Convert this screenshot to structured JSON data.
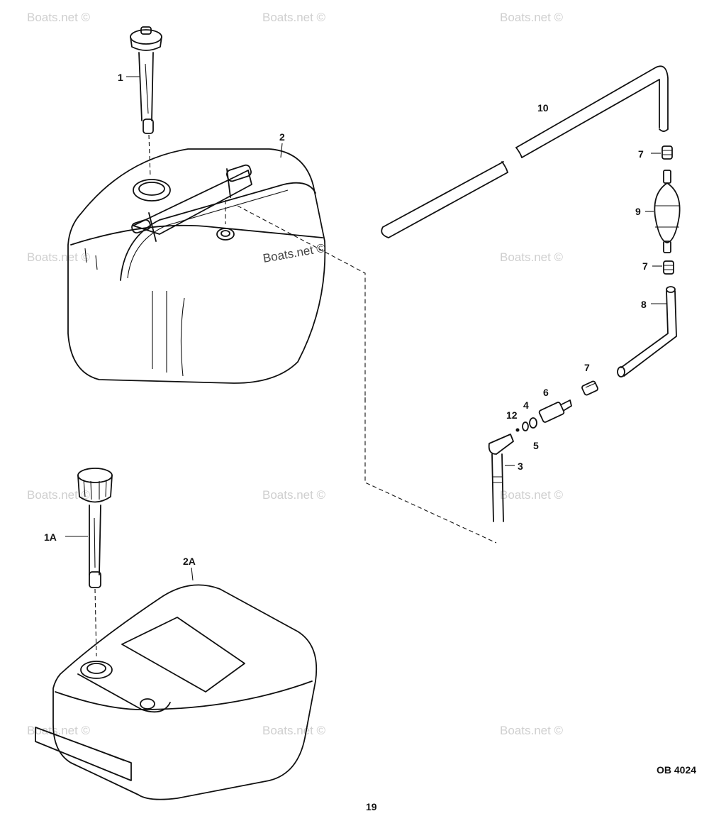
{
  "watermark": "Boats.net ©",
  "callouts": {
    "p1": "1",
    "p1a": "1A",
    "p2": "2",
    "p2a": "2A",
    "p3": "3",
    "p4": "4",
    "p5": "5",
    "p6": "6",
    "p7a": "7",
    "p7b": "7",
    "p7c": "7",
    "p8": "8",
    "p9": "9",
    "p10": "10",
    "p12": "12"
  },
  "drawing_code": "OB 4024",
  "page_number": "19"
}
